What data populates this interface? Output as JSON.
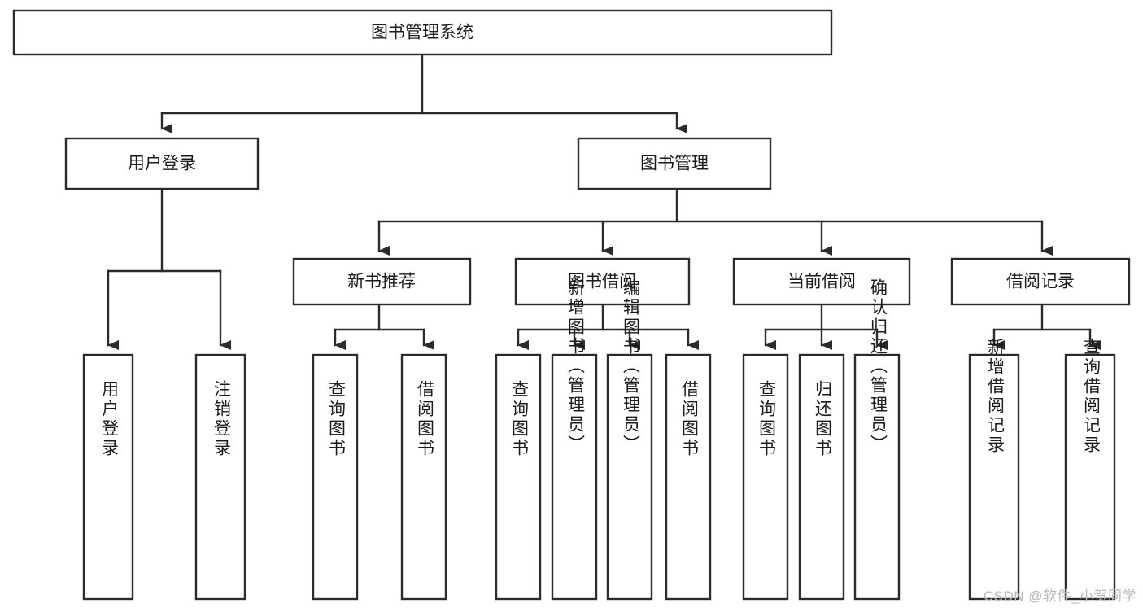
{
  "diagram": {
    "title": "图书管理系统",
    "type": "tree-hierarchy",
    "watermark": "CSDN @软件_小贺同学",
    "colors": {
      "stroke": "#2b2b2b",
      "fill": "#ffffff",
      "text": "#1b1b1b",
      "watermark": "#b9b9b9",
      "background": "#ffffff"
    },
    "levels": {
      "root": {
        "label": "图书管理系统"
      },
      "level2": [
        {
          "id": "user-login",
          "label": "用户登录"
        },
        {
          "id": "book-manage",
          "label": "图书管理"
        }
      ],
      "level3": [
        {
          "id": "new-book-rec",
          "label": "新书推荐",
          "parent": "book-manage"
        },
        {
          "id": "book-borrow",
          "label": "图书借阅",
          "parent": "book-manage"
        },
        {
          "id": "current-borrow",
          "label": "当前借阅",
          "parent": "book-manage"
        },
        {
          "id": "borrow-record",
          "label": "借阅记录",
          "parent": "book-manage"
        }
      ],
      "leaves": [
        {
          "id": "leaf-user-login",
          "label": "用户登录",
          "parent": "user-login"
        },
        {
          "id": "leaf-user-logout",
          "label": "注销登录",
          "parent": "user-login"
        },
        {
          "id": "leaf-query-book-1",
          "label": "查询图书",
          "parent": "new-book-rec"
        },
        {
          "id": "leaf-borrow-book-1",
          "label": "借阅图书",
          "parent": "new-book-rec"
        },
        {
          "id": "leaf-query-book-2",
          "label": "查询图书",
          "parent": "book-borrow"
        },
        {
          "id": "leaf-add-book",
          "label": "新增图书（管理员）",
          "parent": "book-borrow"
        },
        {
          "id": "leaf-edit-book",
          "label": "编辑图书（管理员）",
          "parent": "book-borrow"
        },
        {
          "id": "leaf-borrow-book-2",
          "label": "借阅图书",
          "parent": "book-borrow"
        },
        {
          "id": "leaf-query-book-3",
          "label": "查询图书",
          "parent": "current-borrow"
        },
        {
          "id": "leaf-return-book",
          "label": "归还图书",
          "parent": "current-borrow"
        },
        {
          "id": "leaf-confirm-return",
          "label": "确认归还（管理员）",
          "parent": "current-borrow"
        },
        {
          "id": "leaf-add-record",
          "label": "新增借阅记录",
          "parent": "borrow-record"
        },
        {
          "id": "leaf-query-record",
          "label": "查询借阅记录",
          "parent": "borrow-record"
        }
      ]
    }
  }
}
